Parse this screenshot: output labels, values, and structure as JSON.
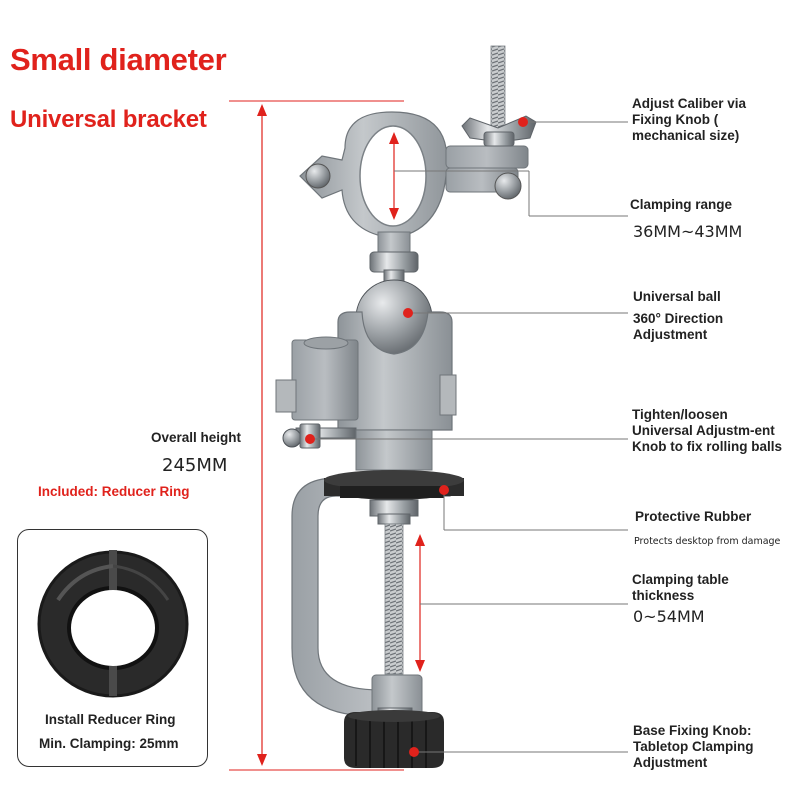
{
  "title": "Small diameter",
  "subtitle": "Universal bracket",
  "labels": {
    "adjust_caliber": "Adjust Caliber via Fixing Knob ( mechanical size)",
    "clamping_range": "Clamping range",
    "clamping_range_value": "36MM~43MM",
    "universal_ball": "Universal ball",
    "direction_360": "360° Direction Adjustment",
    "tighten_loosen": "Tighten/loosen Universal Adjustm-ent Knob to fix rolling balls",
    "protective_rubber": "Protective Rubber",
    "protective_rubber_sub": "Protects desktop from damage",
    "clamping_table": "Clamping table thickness",
    "clamping_table_value": "0~54MM",
    "base_knob": "Base Fixing Knob: Tabletop Clamping Adjustment",
    "overall_height": "Overall height",
    "overall_height_value": "245MM",
    "included": "Included: Reducer Ring",
    "install_reducer": "Install Reducer Ring",
    "min_clamping": "Min. Clamping: 25mm"
  },
  "colors": {
    "accent_red": "#e0221c",
    "metal_gray": "#a9aeb2",
    "rubber_black": "#2a2a2a"
  }
}
